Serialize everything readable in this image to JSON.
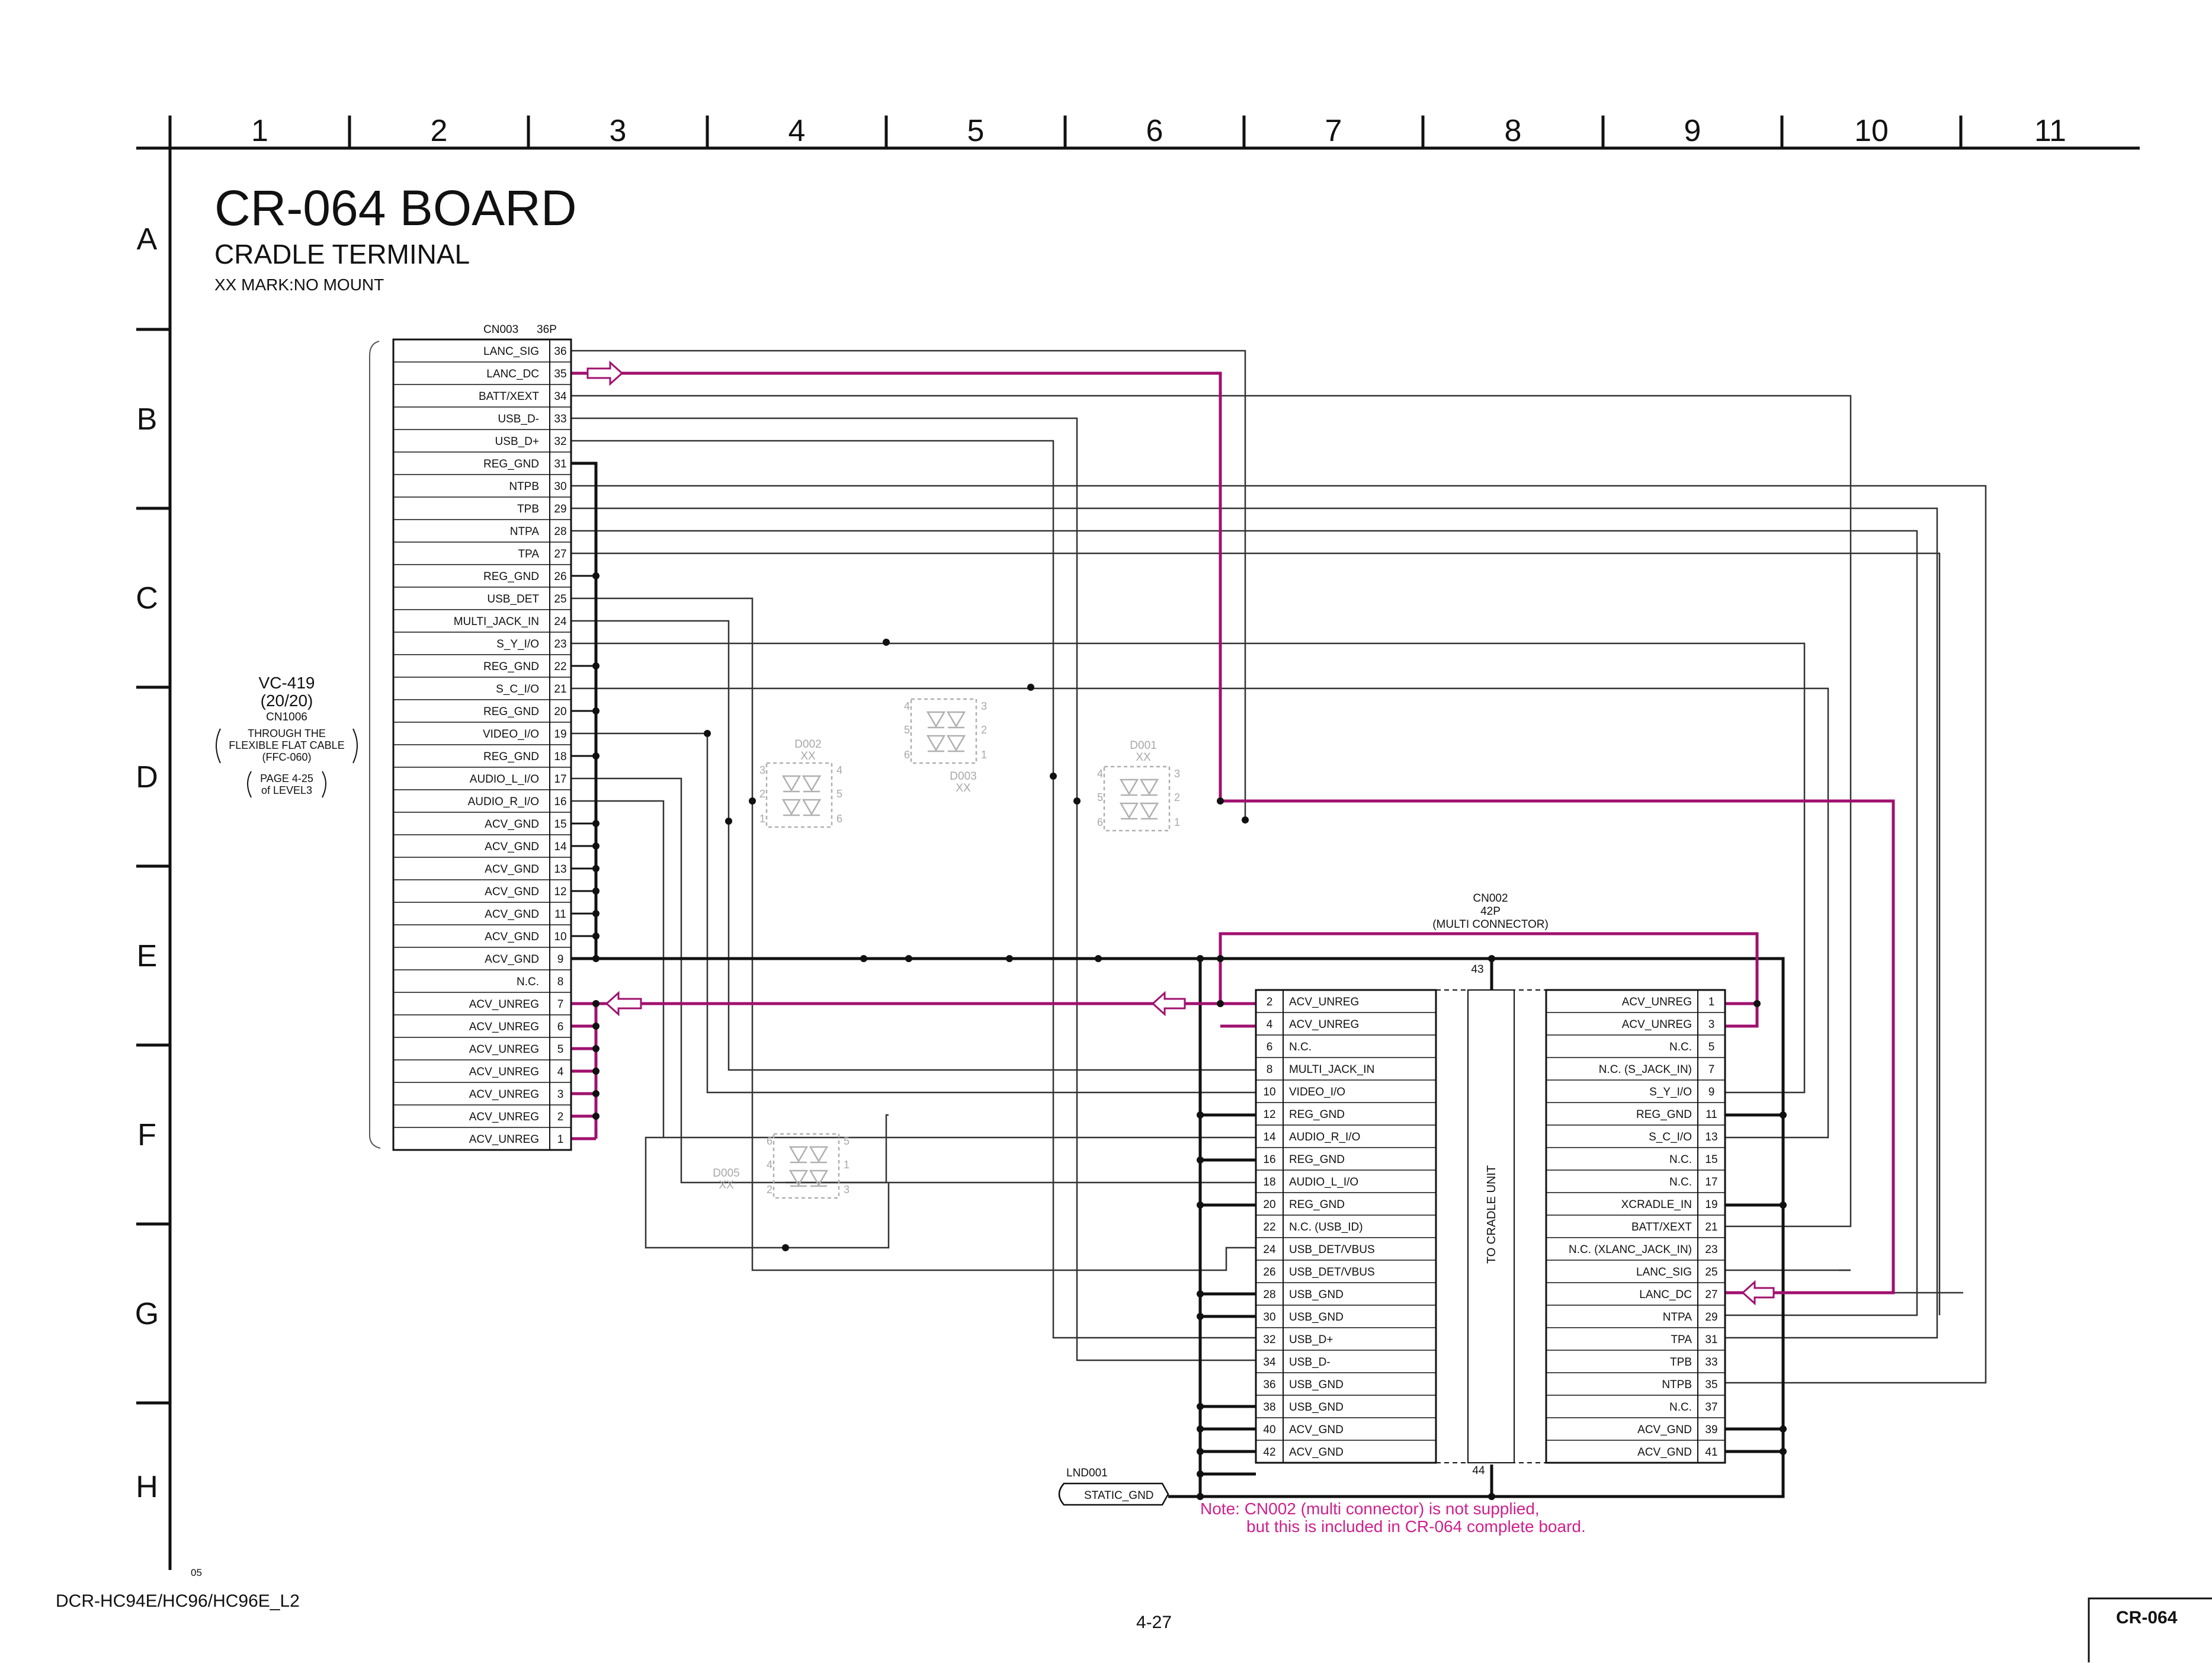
{
  "grid": {
    "columns": [
      "1",
      "2",
      "3",
      "4",
      "5",
      "6",
      "7",
      "8",
      "9",
      "10",
      "11"
    ],
    "rows": [
      "A",
      "B",
      "C",
      "D",
      "E",
      "F",
      "G",
      "H"
    ]
  },
  "header": {
    "title": "CR-064 BOARD",
    "subtitle": "CRADLE TERMINAL",
    "note": "XX MARK:NO MOUNT"
  },
  "cn003": {
    "ref": "CN003",
    "pins_count": "36P",
    "pins": [
      {
        "n": "36",
        "name": "LANC_SIG"
      },
      {
        "n": "35",
        "name": "LANC_DC"
      },
      {
        "n": "34",
        "name": "BATT/XEXT"
      },
      {
        "n": "33",
        "name": "USB_D-"
      },
      {
        "n": "32",
        "name": "USB_D+"
      },
      {
        "n": "31",
        "name": "REG_GND"
      },
      {
        "n": "30",
        "name": "NTPB"
      },
      {
        "n": "29",
        "name": "TPB"
      },
      {
        "n": "28",
        "name": "NTPA"
      },
      {
        "n": "27",
        "name": "TPA"
      },
      {
        "n": "26",
        "name": "REG_GND"
      },
      {
        "n": "25",
        "name": "USB_DET"
      },
      {
        "n": "24",
        "name": "MULTI_JACK_IN"
      },
      {
        "n": "23",
        "name": "S_Y_I/O"
      },
      {
        "n": "22",
        "name": "REG_GND"
      },
      {
        "n": "21",
        "name": "S_C_I/O"
      },
      {
        "n": "20",
        "name": "REG_GND"
      },
      {
        "n": "19",
        "name": "VIDEO_I/O"
      },
      {
        "n": "18",
        "name": "REG_GND"
      },
      {
        "n": "17",
        "name": "AUDIO_L_I/O"
      },
      {
        "n": "16",
        "name": "AUDIO_R_I/O"
      },
      {
        "n": "15",
        "name": "ACV_GND"
      },
      {
        "n": "14",
        "name": "ACV_GND"
      },
      {
        "n": "13",
        "name": "ACV_GND"
      },
      {
        "n": "12",
        "name": "ACV_GND"
      },
      {
        "n": "11",
        "name": "ACV_GND"
      },
      {
        "n": "10",
        "name": "ACV_GND"
      },
      {
        "n": "9",
        "name": "ACV_GND"
      },
      {
        "n": "8",
        "name": "N.C."
      },
      {
        "n": "7",
        "name": "ACV_UNREG"
      },
      {
        "n": "6",
        "name": "ACV_UNREG"
      },
      {
        "n": "5",
        "name": "ACV_UNREG"
      },
      {
        "n": "4",
        "name": "ACV_UNREG"
      },
      {
        "n": "3",
        "name": "ACV_UNREG"
      },
      {
        "n": "2",
        "name": "ACV_UNREG"
      },
      {
        "n": "1",
        "name": "ACV_UNREG"
      }
    ]
  },
  "vc419": {
    "board": "VC-419",
    "sheet": "(20/20)",
    "connector": "CN1006",
    "through_lines": [
      "THROUGH THE",
      "FLEXIBLE FLAT CABLE",
      "(FFC-060)"
    ],
    "page_lines": [
      "PAGE 4-25",
      "of LEVEL3"
    ]
  },
  "cn002": {
    "ref": "CN002",
    "pins_count": "42P",
    "desc": "(MULTI CONNECTOR)",
    "top_pin": "43",
    "bottom_pin": "44",
    "center_label": "TO CRADLE UNIT",
    "left_pins": [
      {
        "n": "2",
        "name": "ACV_UNREG"
      },
      {
        "n": "4",
        "name": "ACV_UNREG"
      },
      {
        "n": "6",
        "name": "N.C."
      },
      {
        "n": "8",
        "name": "MULTI_JACK_IN"
      },
      {
        "n": "10",
        "name": "VIDEO_I/O"
      },
      {
        "n": "12",
        "name": "REG_GND"
      },
      {
        "n": "14",
        "name": "AUDIO_R_I/O"
      },
      {
        "n": "16",
        "name": "REG_GND"
      },
      {
        "n": "18",
        "name": "AUDIO_L_I/O"
      },
      {
        "n": "20",
        "name": "REG_GND"
      },
      {
        "n": "22",
        "name": "N.C. (USB_ID)"
      },
      {
        "n": "24",
        "name": "USB_DET/VBUS"
      },
      {
        "n": "26",
        "name": "USB_DET/VBUS"
      },
      {
        "n": "28",
        "name": "USB_GND"
      },
      {
        "n": "30",
        "name": "USB_GND"
      },
      {
        "n": "32",
        "name": "USB_D+"
      },
      {
        "n": "34",
        "name": "USB_D-"
      },
      {
        "n": "36",
        "name": "USB_GND"
      },
      {
        "n": "38",
        "name": "USB_GND"
      },
      {
        "n": "40",
        "name": "ACV_GND"
      },
      {
        "n": "42",
        "name": "ACV_GND"
      }
    ],
    "right_pins": [
      {
        "n": "1",
        "name": "ACV_UNREG"
      },
      {
        "n": "3",
        "name": "ACV_UNREG"
      },
      {
        "n": "5",
        "name": "N.C."
      },
      {
        "n": "7",
        "name": "N.C. (S_JACK_IN)"
      },
      {
        "n": "9",
        "name": "S_Y_I/O"
      },
      {
        "n": "11",
        "name": "REG_GND"
      },
      {
        "n": "13",
        "name": "S_C_I/O"
      },
      {
        "n": "15",
        "name": "N.C."
      },
      {
        "n": "17",
        "name": "N.C."
      },
      {
        "n": "19",
        "name": "XCRADLE_IN"
      },
      {
        "n": "21",
        "name": "BATT/XEXT"
      },
      {
        "n": "23",
        "name": "N.C. (XLANC_JACK_IN)"
      },
      {
        "n": "25",
        "name": "LANC_SIG"
      },
      {
        "n": "27",
        "name": "LANC_DC"
      },
      {
        "n": "29",
        "name": "NTPA"
      },
      {
        "n": "31",
        "name": "TPA"
      },
      {
        "n": "33",
        "name": "TPB"
      },
      {
        "n": "35",
        "name": "NTPB"
      },
      {
        "n": "37",
        "name": "N.C."
      },
      {
        "n": "39",
        "name": "ACV_GND"
      },
      {
        "n": "41",
        "name": "ACV_GND"
      }
    ]
  },
  "diodes": [
    {
      "ref": "D002",
      "mark": "XX",
      "pins": [
        "3",
        "4",
        "2",
        "5",
        "1",
        "6"
      ]
    },
    {
      "ref": "D003",
      "mark": "XX",
      "pins": [
        "4",
        "3",
        "5",
        "2",
        "6",
        "1"
      ]
    },
    {
      "ref": "D001",
      "mark": "XX",
      "pins": [
        "4",
        "3",
        "5",
        "2",
        "6",
        "1"
      ]
    },
    {
      "ref": "D005",
      "mark": "XX",
      "pins": [
        "6",
        "5",
        "4",
        "1",
        "2",
        "3"
      ]
    }
  ],
  "lnd001": {
    "ref": "LND001",
    "label": "STATIC_GND"
  },
  "note": {
    "line1": "Note: CN002 (multi connector) is not supplied,",
    "line2": "but this is included in CR-064 complete board."
  },
  "footer": {
    "small_code": "05",
    "model": "DCR-HC94E/HC96/HC96E_L2",
    "page": "4-27",
    "board_tag": "CR-064"
  },
  "colors": {
    "line": "#111111",
    "power": "#a0106e",
    "muted": "#b0b0b0",
    "note": "#d0208c"
  }
}
